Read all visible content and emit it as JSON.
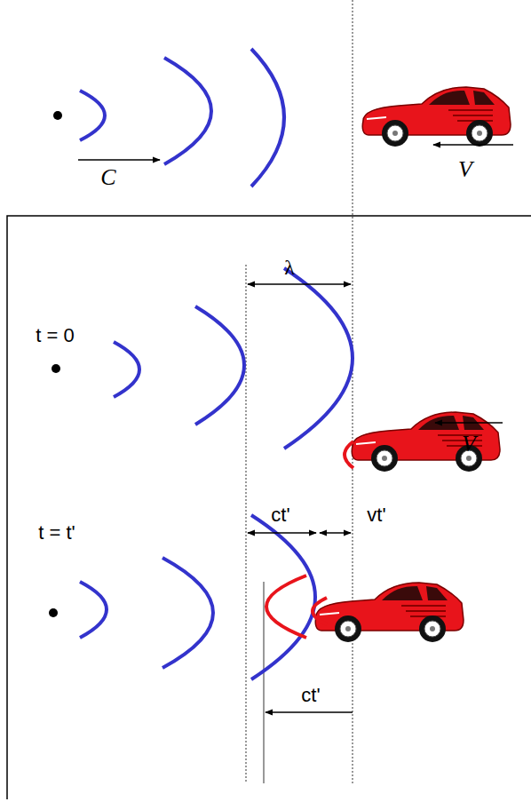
{
  "diagram": {
    "labels": [
      "C",
      "V",
      "t = 0",
      "λ",
      "V",
      "t = t'",
      "ct'",
      "vt'",
      "ct'"
    ]
  }
}
